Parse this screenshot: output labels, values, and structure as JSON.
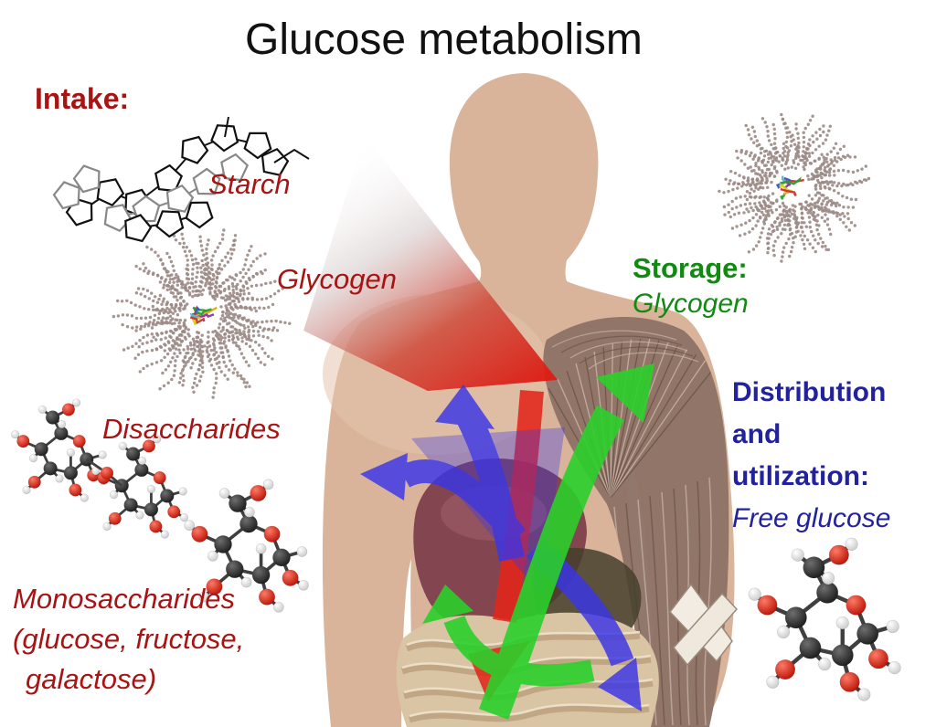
{
  "title": "Glucose metabolism",
  "intake": {
    "heading": "Intake:",
    "items": {
      "starch": "Starch",
      "glycogen": "Glycogen",
      "disaccharides": "Disaccharides",
      "monosaccharides_line1": "Monosaccharides",
      "monosaccharides_line2": "(glucose, fructose,",
      "monosaccharides_line3": "galactose)"
    }
  },
  "storage": {
    "heading": "Storage:",
    "item": "Glycogen"
  },
  "distribution": {
    "heading_line1": "Distribution",
    "heading_line2": "and",
    "heading_line3": "utilization:",
    "item": "Free glucose"
  },
  "colors": {
    "title_text": "#111111",
    "intake_text": "#a81313",
    "storage_text": "#128a12",
    "distribution_text": "#22229f",
    "skin": "#d9b49b",
    "skin_highlight": "#e4c5ad",
    "arrow_blue": "#3a35e8",
    "arrow_green": "#2bd02b",
    "arrow_red": "#e3261a",
    "funnel_red": "#dc1d14",
    "glycogen_bead": "#9b8a85",
    "muscle_base": "#8e7366",
    "liver": "#7c3d4a",
    "intestine": "#d9c5a4"
  },
  "figures": {
    "body": "human-body-silhouette",
    "granule_left": "glycogen-granule",
    "granule_right": "glycogen-granule",
    "starch": "starch-polymer-structure",
    "disaccharide": "disaccharide-molecule",
    "monosaccharide": "monosaccharide-molecule",
    "free_glucose": "free-glucose-molecule",
    "funnel": "food-intake-funnel",
    "blue_arrows": "glucose-distribution-arrows",
    "green_arrows": "glycogen-storage-arrows",
    "red_arrow": "digestion-arrow"
  }
}
